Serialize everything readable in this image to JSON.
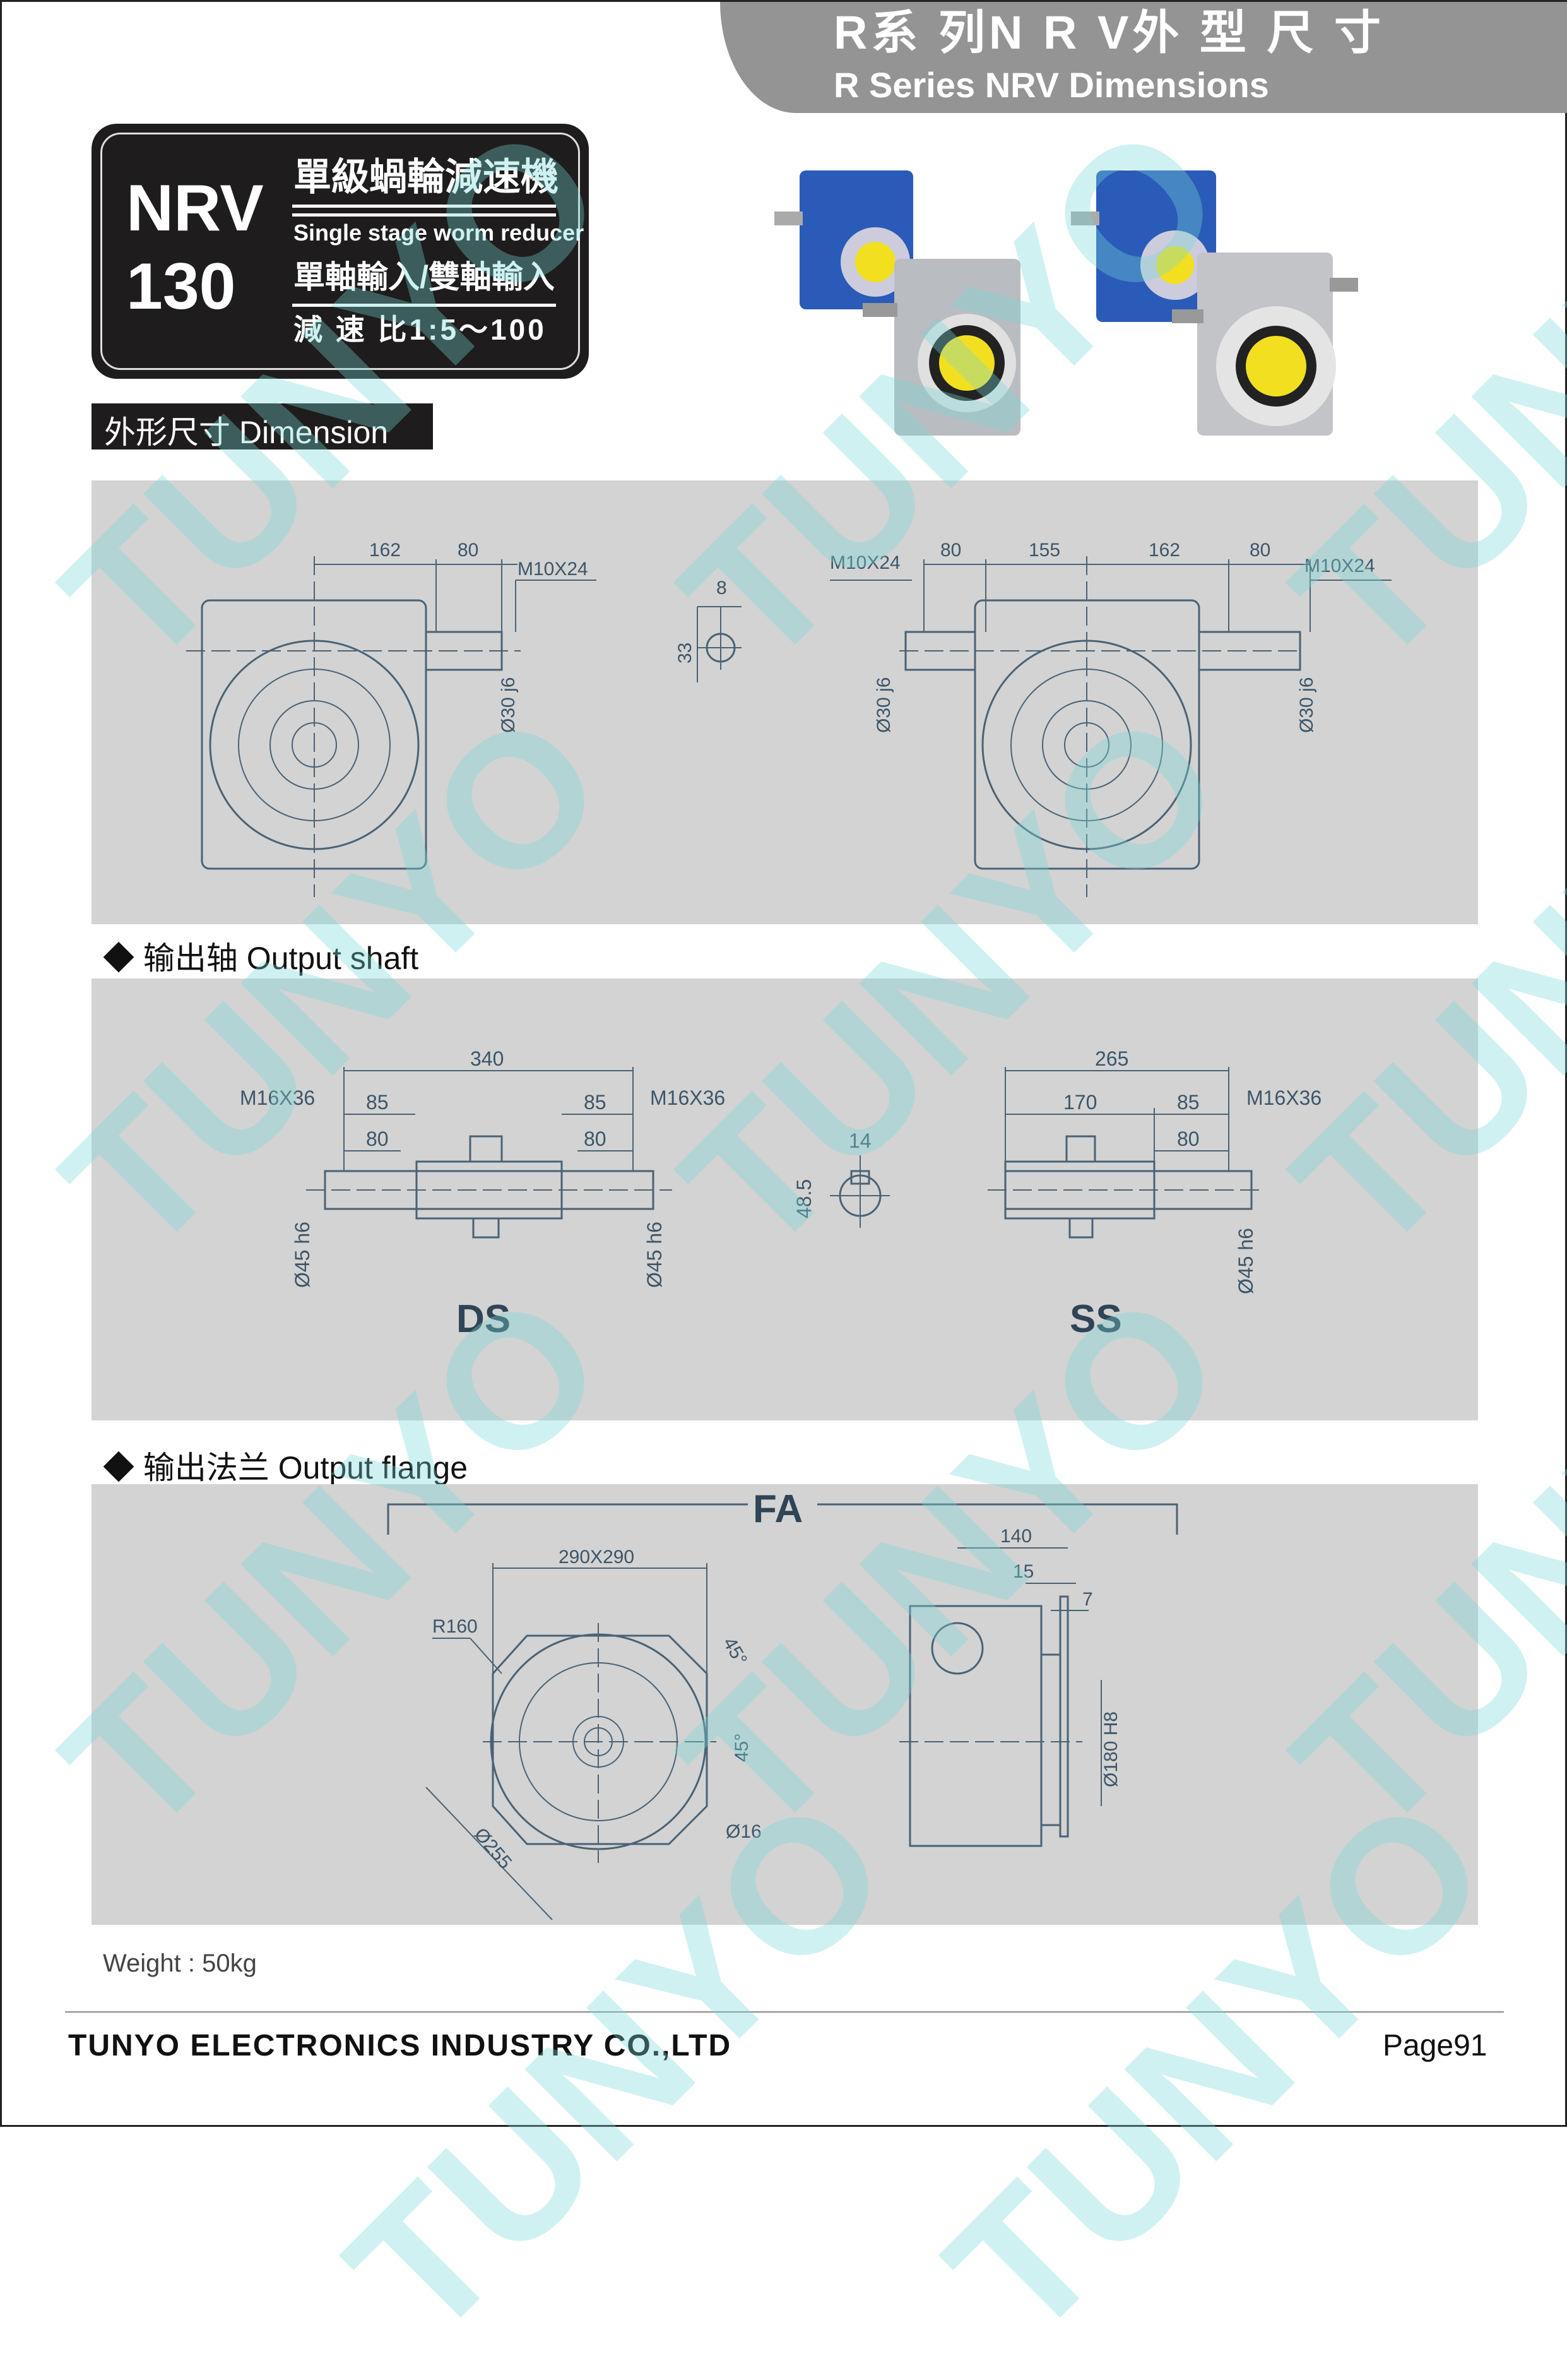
{
  "header": {
    "title_zh": "R系 列N R V外 型 尺 寸",
    "title_en": "R Series NRV Dimensions"
  },
  "model_box": {
    "model_line1": "NRV",
    "model_line2": "130",
    "name_zh": "單級蝸輪減速機",
    "name_en": "Single stage worm reducer",
    "input_zh": "單軸輸入/雙軸輸入",
    "ratio": "減 速 比1:5～100"
  },
  "dimension_label": "外形尺寸 Dimension",
  "input_drawing": {
    "left": {
      "d1": "162",
      "d2": "80",
      "thread": "M10X24",
      "shaft": "Ø30 j6"
    },
    "key": {
      "width": "8",
      "height": "33"
    },
    "right": {
      "d1": "80",
      "d2": "155",
      "d3": "162",
      "d4": "80",
      "thread_l": "M10X24",
      "thread_r": "M10X24",
      "shaft_l": "Ø30 j6",
      "shaft_r": "Ø30 j6"
    }
  },
  "output_shaft": {
    "heading": "◆ 输出轴 Output shaft",
    "ds": {
      "label": "DS",
      "total": "340",
      "l85": "85",
      "r85": "85",
      "l80": "80",
      "r80": "80",
      "thread_l": "M16X36",
      "thread_r": "M16X36",
      "shaft_l": "Ø45 h6",
      "shaft_r": "Ø45 h6"
    },
    "key": {
      "width": "14",
      "height": "48.5"
    },
    "ss": {
      "label": "SS",
      "total": "265",
      "d170": "170",
      "d85": "85",
      "d80": "80",
      "thread": "M16X36",
      "shaft": "Ø45 h6"
    }
  },
  "output_flange": {
    "heading": "◆ 输出法兰 Output flange",
    "label": "FA",
    "square": "290X290",
    "radius": "R160",
    "angle1": "45°",
    "angle2": "45°",
    "hole": "Ø16",
    "pcd": "Ø255",
    "d140": "140",
    "d15": "15",
    "d7": "7",
    "spigot": "Ø180 H8"
  },
  "weight": "Weight : 50kg",
  "footer": {
    "company": "TUNYO ELECTRONICS INDUSTRY CO.,LTD",
    "page": "Page91"
  },
  "watermark": "TUNYO",
  "colors": {
    "header_gray": "#949494",
    "panel_gray": "#d3d3d3",
    "line": "#4a6275",
    "watermark": "#78d7d7"
  }
}
